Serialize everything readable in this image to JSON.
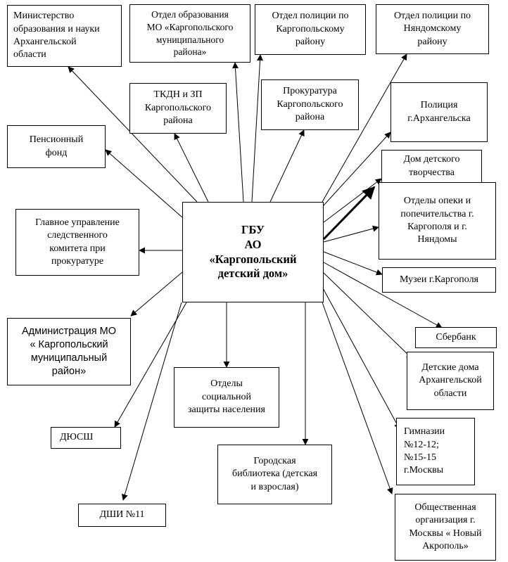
{
  "center": "ГБУ\nАО\n«Каргопольский\nдетский дом»",
  "nodes": {
    "ministry": "Министерство\nобразования и науки\nАрхангельской\nобласти",
    "edu_dept": "Отдел образования\nМО «Каргопольского\nмуниципального\nрайона»",
    "police_kargopol": "Отдел полиции по\nКаргопольскому\nрайону",
    "police_nyandoma": "Отдел полиции по\nНяндомскому\nрайону",
    "tkdn": "ТКДН и ЗП\nКаргопольского\nрайона",
    "prosecutor": "Прокуратура\nКаргопольского\nрайона",
    "police_arkh": "Полиция\nг.Архангельска",
    "pension": "Пенсионный\nфонд",
    "creativity_house": "Дом детского\nтворчества",
    "guardianship": "Отделы опеки и\nпопечительства г.\nКаргополя и г.\nНяндомы",
    "investigative": "Главное управление\nследственного\nкомитета при\nпрокуратуре",
    "museums": "Музеи г.Каргополя",
    "sberbank": "Сбербанк",
    "administration": "Администрация МО\n« Каргопольский\nмуниципальный\nрайон»",
    "orphanages": "Детские дома\nАрхангельской\nобласти",
    "social": "Отделы\nсоциальной\nзащиты населения",
    "dyussh": "ДЮСШ",
    "gymnasiums": "Гимназии\n№12-12;\n№15-15\nг.Москвы",
    "library": "Городская\nбиблиотека (детская\nи взрослая)",
    "dshi": "ДШИ №11",
    "acropolis": "Общественная\nорганизация г.\nМосквы « Новый\nАкрополь»"
  }
}
